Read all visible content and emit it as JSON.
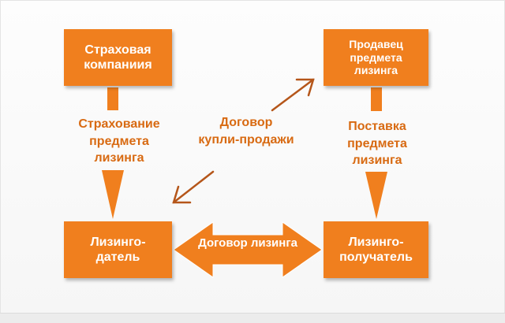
{
  "nodes": {
    "insurance_company": "Страховая\nкомпаниия",
    "seller": "Продавец\nпредмета\nлизинга",
    "lessor": "Лизинго-\nдатель",
    "lessee": "Лизинго-\nполучатель"
  },
  "edges": {
    "insurance": "Страхование\nпредмета\nлизинга",
    "purchase_contract": "Договор\nкупли-продажи",
    "supply": "Поставка\nпредмета\nлизинга",
    "leasing_contract": "Договор лизинга"
  },
  "colors": {
    "accent": "#f07f1e",
    "label_text": "#d86a12",
    "arrow_outline": "#b5561a"
  }
}
